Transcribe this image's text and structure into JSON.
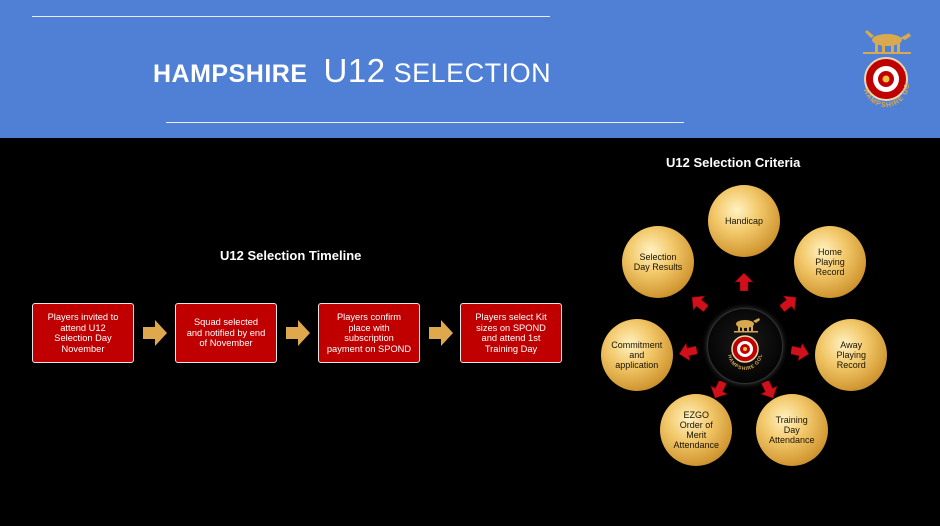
{
  "header": {
    "title_bold": "HAMPSHIRE",
    "title_u12": "U12",
    "title_selection": "SELECTION",
    "logo_text": "HAMPSHIRE GOLF"
  },
  "timeline": {
    "title": "U12 Selection Timeline",
    "steps": [
      {
        "lines": [
          "Players invited to",
          "attend U12",
          "Selection Day",
          "November"
        ]
      },
      {
        "lines": [
          "Squad selected",
          "and notified by end",
          "of November"
        ]
      },
      {
        "lines": [
          "Players confirm",
          "place with",
          "subscription",
          "payment on SPOND"
        ]
      },
      {
        "lines": [
          "Players select Kit",
          "sizes on SPOND",
          "and attend 1st",
          "Training Day"
        ]
      }
    ]
  },
  "criteria": {
    "title": "U12 Selection Criteria",
    "center_logo_text": "HAMPSHIRE GOLF",
    "items": [
      {
        "lines": [
          "Handicap"
        ]
      },
      {
        "lines": [
          "Home",
          "Playing",
          "Record"
        ]
      },
      {
        "lines": [
          "Away",
          "Playing",
          "Record"
        ]
      },
      {
        "lines": [
          "Training",
          "Day",
          "Attendance"
        ]
      },
      {
        "lines": [
          "EZGO",
          "Order of",
          "Merit",
          "Attendance"
        ]
      },
      {
        "lines": [
          "Commitment",
          "and",
          "application"
        ]
      },
      {
        "lines": [
          "Selection",
          "Day Results"
        ]
      }
    ]
  },
  "colors": {
    "header_bg": "#4f80d6",
    "box_red": "#c00000",
    "arrow_gold": "#e0a84d",
    "arrow_red": "#d0111b",
    "logo_gold": "#d8a94e"
  }
}
